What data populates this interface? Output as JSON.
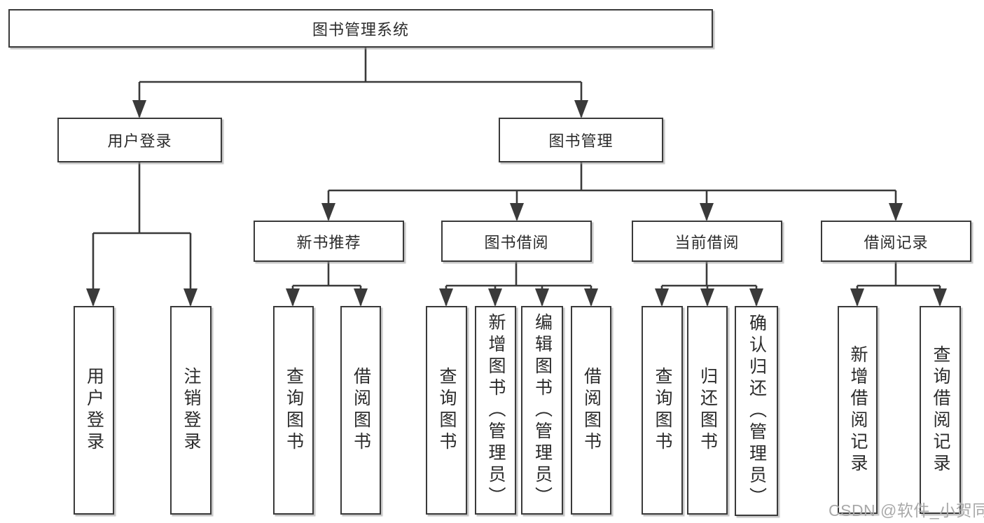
{
  "diagram": {
    "root": {
      "label": "图书管理系统"
    },
    "level2": [
      {
        "id": "user-login",
        "label": "用户登录"
      },
      {
        "id": "book-management",
        "label": "图书管理"
      }
    ],
    "level3": [
      {
        "id": "new-book-recommend",
        "label": "新书推荐"
      },
      {
        "id": "book-borrow",
        "label": "图书借阅"
      },
      {
        "id": "current-borrow",
        "label": "当前借阅"
      },
      {
        "id": "borrow-records",
        "label": "借阅记录"
      }
    ],
    "leaves": [
      {
        "id": "user-login-leaf",
        "label": "用户登录"
      },
      {
        "id": "logout",
        "label": "注销登录"
      },
      {
        "id": "recommend-query-books",
        "label": "查询图书"
      },
      {
        "id": "recommend-borrow-books",
        "label": "借阅图书"
      },
      {
        "id": "borrow-query-books",
        "label": "查询图书"
      },
      {
        "id": "add-books-admin",
        "label": "新增图书（管理员）"
      },
      {
        "id": "edit-books-admin",
        "label": "编辑图书（管理员）"
      },
      {
        "id": "borrow-borrow-books",
        "label": "借阅图书"
      },
      {
        "id": "current-query-books",
        "label": "查询图书"
      },
      {
        "id": "return-books",
        "label": "归还图书"
      },
      {
        "id": "confirm-return-admin",
        "label": "确认归还（管理员）"
      },
      {
        "id": "add-borrow-record",
        "label": "新增借阅记录"
      },
      {
        "id": "query-borrow-record",
        "label": "查询借阅记录"
      }
    ]
  },
  "watermark": {
    "text": "CSDN @软件_小贺同学"
  },
  "colors": {
    "line": "#3a3a3a",
    "box_fill": "#ffffff",
    "text": "#2b2b2b",
    "watermark": "#a9a9a9",
    "background": "#ffffff"
  }
}
